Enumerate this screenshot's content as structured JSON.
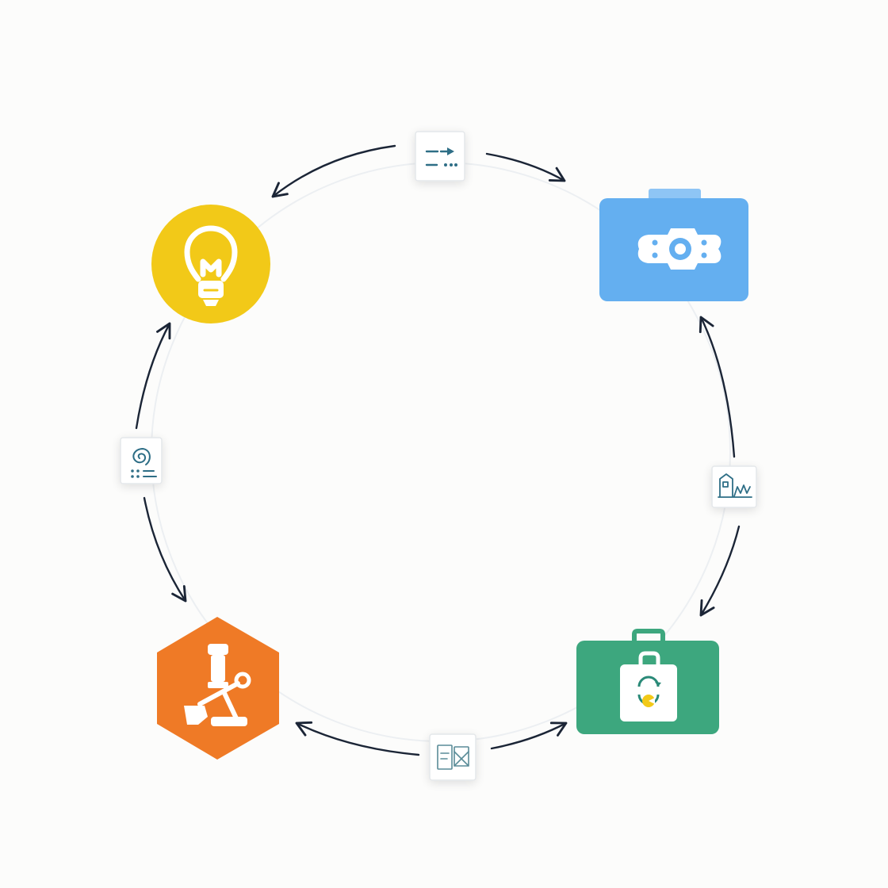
{
  "diagram": {
    "type": "cycle",
    "background": "#fcfcfb",
    "arrow_color": "#1b2536",
    "ring_color": "#e9ecef",
    "nodes": [
      {
        "id": "idea",
        "shape": "circle",
        "icon": "lightbulb-icon",
        "color": "#f2c918"
      },
      {
        "id": "process",
        "shape": "rounded-rect",
        "icon": "gear-icon",
        "color": "#64aff0"
      },
      {
        "id": "package",
        "shape": "rounded-rect",
        "icon": "briefcase-icon",
        "color": "#3da77e"
      },
      {
        "id": "research",
        "shape": "hexagon",
        "icon": "microscope-icon",
        "color": "#ef7a26"
      }
    ],
    "connectors": [
      {
        "from": "idea",
        "to": "process",
        "direction": "both",
        "icon": "flow-steps-icon"
      },
      {
        "from": "process",
        "to": "package",
        "direction": "both",
        "icon": "factory-chart-icon"
      },
      {
        "from": "package",
        "to": "research",
        "direction": "both",
        "icon": "document-grid-icon"
      },
      {
        "from": "research",
        "to": "idea",
        "direction": "both",
        "icon": "spiral-notes-icon"
      }
    ]
  }
}
